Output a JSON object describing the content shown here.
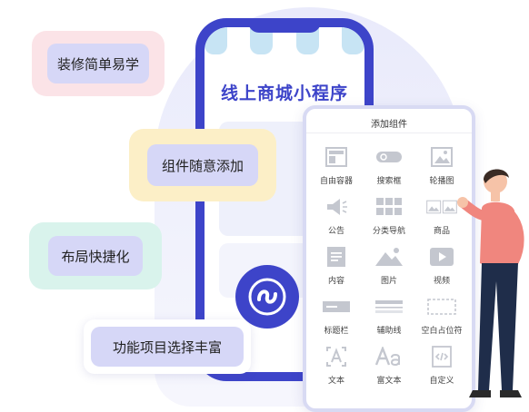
{
  "hero": {
    "mall_title": "线上商城小程序"
  },
  "features": [
    {
      "label": "装修简单易学"
    },
    {
      "label": "组件随意添加"
    },
    {
      "label": "布局快捷化"
    },
    {
      "label": "功能项目选择丰富"
    }
  ],
  "panel": {
    "title": "添加组件",
    "components": [
      {
        "label": "自由容器",
        "icon": "free-container-icon"
      },
      {
        "label": "搜索框",
        "icon": "search-box-icon"
      },
      {
        "label": "轮播图",
        "icon": "carousel-icon"
      },
      {
        "label": "公告",
        "icon": "announcement-icon"
      },
      {
        "label": "分类导航",
        "icon": "category-nav-icon"
      },
      {
        "label": "商品",
        "icon": "product-icon"
      },
      {
        "label": "内容",
        "icon": "content-icon"
      },
      {
        "label": "图片",
        "icon": "image-icon"
      },
      {
        "label": "视频",
        "icon": "video-icon"
      },
      {
        "label": "标题栏",
        "icon": "title-bar-icon"
      },
      {
        "label": "辅助线",
        "icon": "divider-line-icon"
      },
      {
        "label": "空白占位符",
        "icon": "blank-placeholder-icon"
      },
      {
        "label": "文本",
        "icon": "text-icon"
      },
      {
        "label": "富文本",
        "icon": "rich-text-icon"
      },
      {
        "label": "自定义",
        "icon": "custom-code-icon"
      }
    ]
  },
  "colors": {
    "primary": "#3d44c9",
    "icon_gray": "#c4c7cf",
    "pill_inner": "#d6d7f7"
  }
}
